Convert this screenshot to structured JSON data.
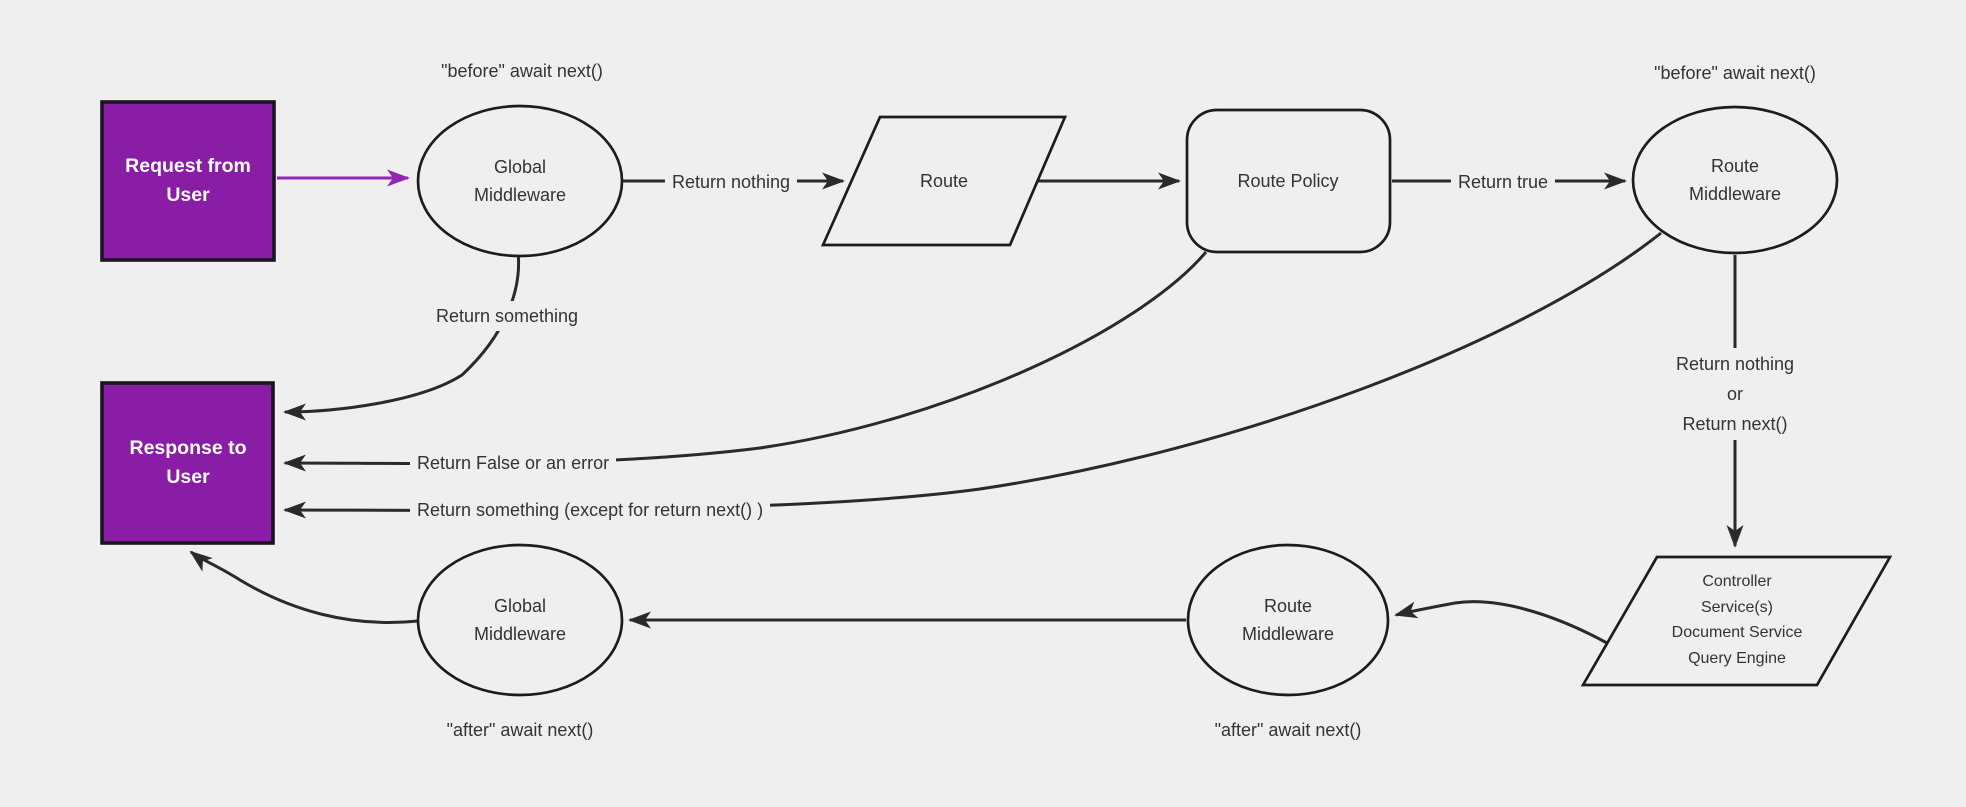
{
  "diagram": {
    "type": "flowchart",
    "background": "#efefef"
  },
  "colors": {
    "purple_box_fill": "#8a1da6",
    "purple_box_border": "#1a141f",
    "purple_arrow": "#9326b5",
    "edge_stroke": "#2a2a2a",
    "node_border": "#1c1c1c",
    "node_fill": "#efefef",
    "label_text": "#333333",
    "box_text": "#ffffff"
  },
  "nodes": {
    "request": {
      "label": "Request from\nUser"
    },
    "global_mw_top": {
      "label": "Global\nMiddleware"
    },
    "route": {
      "label": "Route"
    },
    "route_policy": {
      "label": "Route Policy"
    },
    "route_mw_top": {
      "label": "Route\nMiddleware"
    },
    "controller": {
      "label": "Controller\nService(s)\nDocument Service\nQuery Engine"
    },
    "route_mw_bottom": {
      "label": "Route\nMiddleware"
    },
    "global_mw_bottom": {
      "label": "Global\nMiddleware"
    },
    "response": {
      "label": "Response to\nUser"
    }
  },
  "edge_labels": {
    "before_global": "\"before\" await next()",
    "before_route": "\"before\" await next()",
    "return_nothing": "Return nothing",
    "return_true": "Return true",
    "return_something": "Return something",
    "return_false": "Return False or an error",
    "return_something_except": "Return something (except for return next() )",
    "return_nothing_or_next": "Return nothing\nor\nReturn next()",
    "after_global": "\"after\" await next()",
    "after_route": "\"after\" await next()"
  }
}
